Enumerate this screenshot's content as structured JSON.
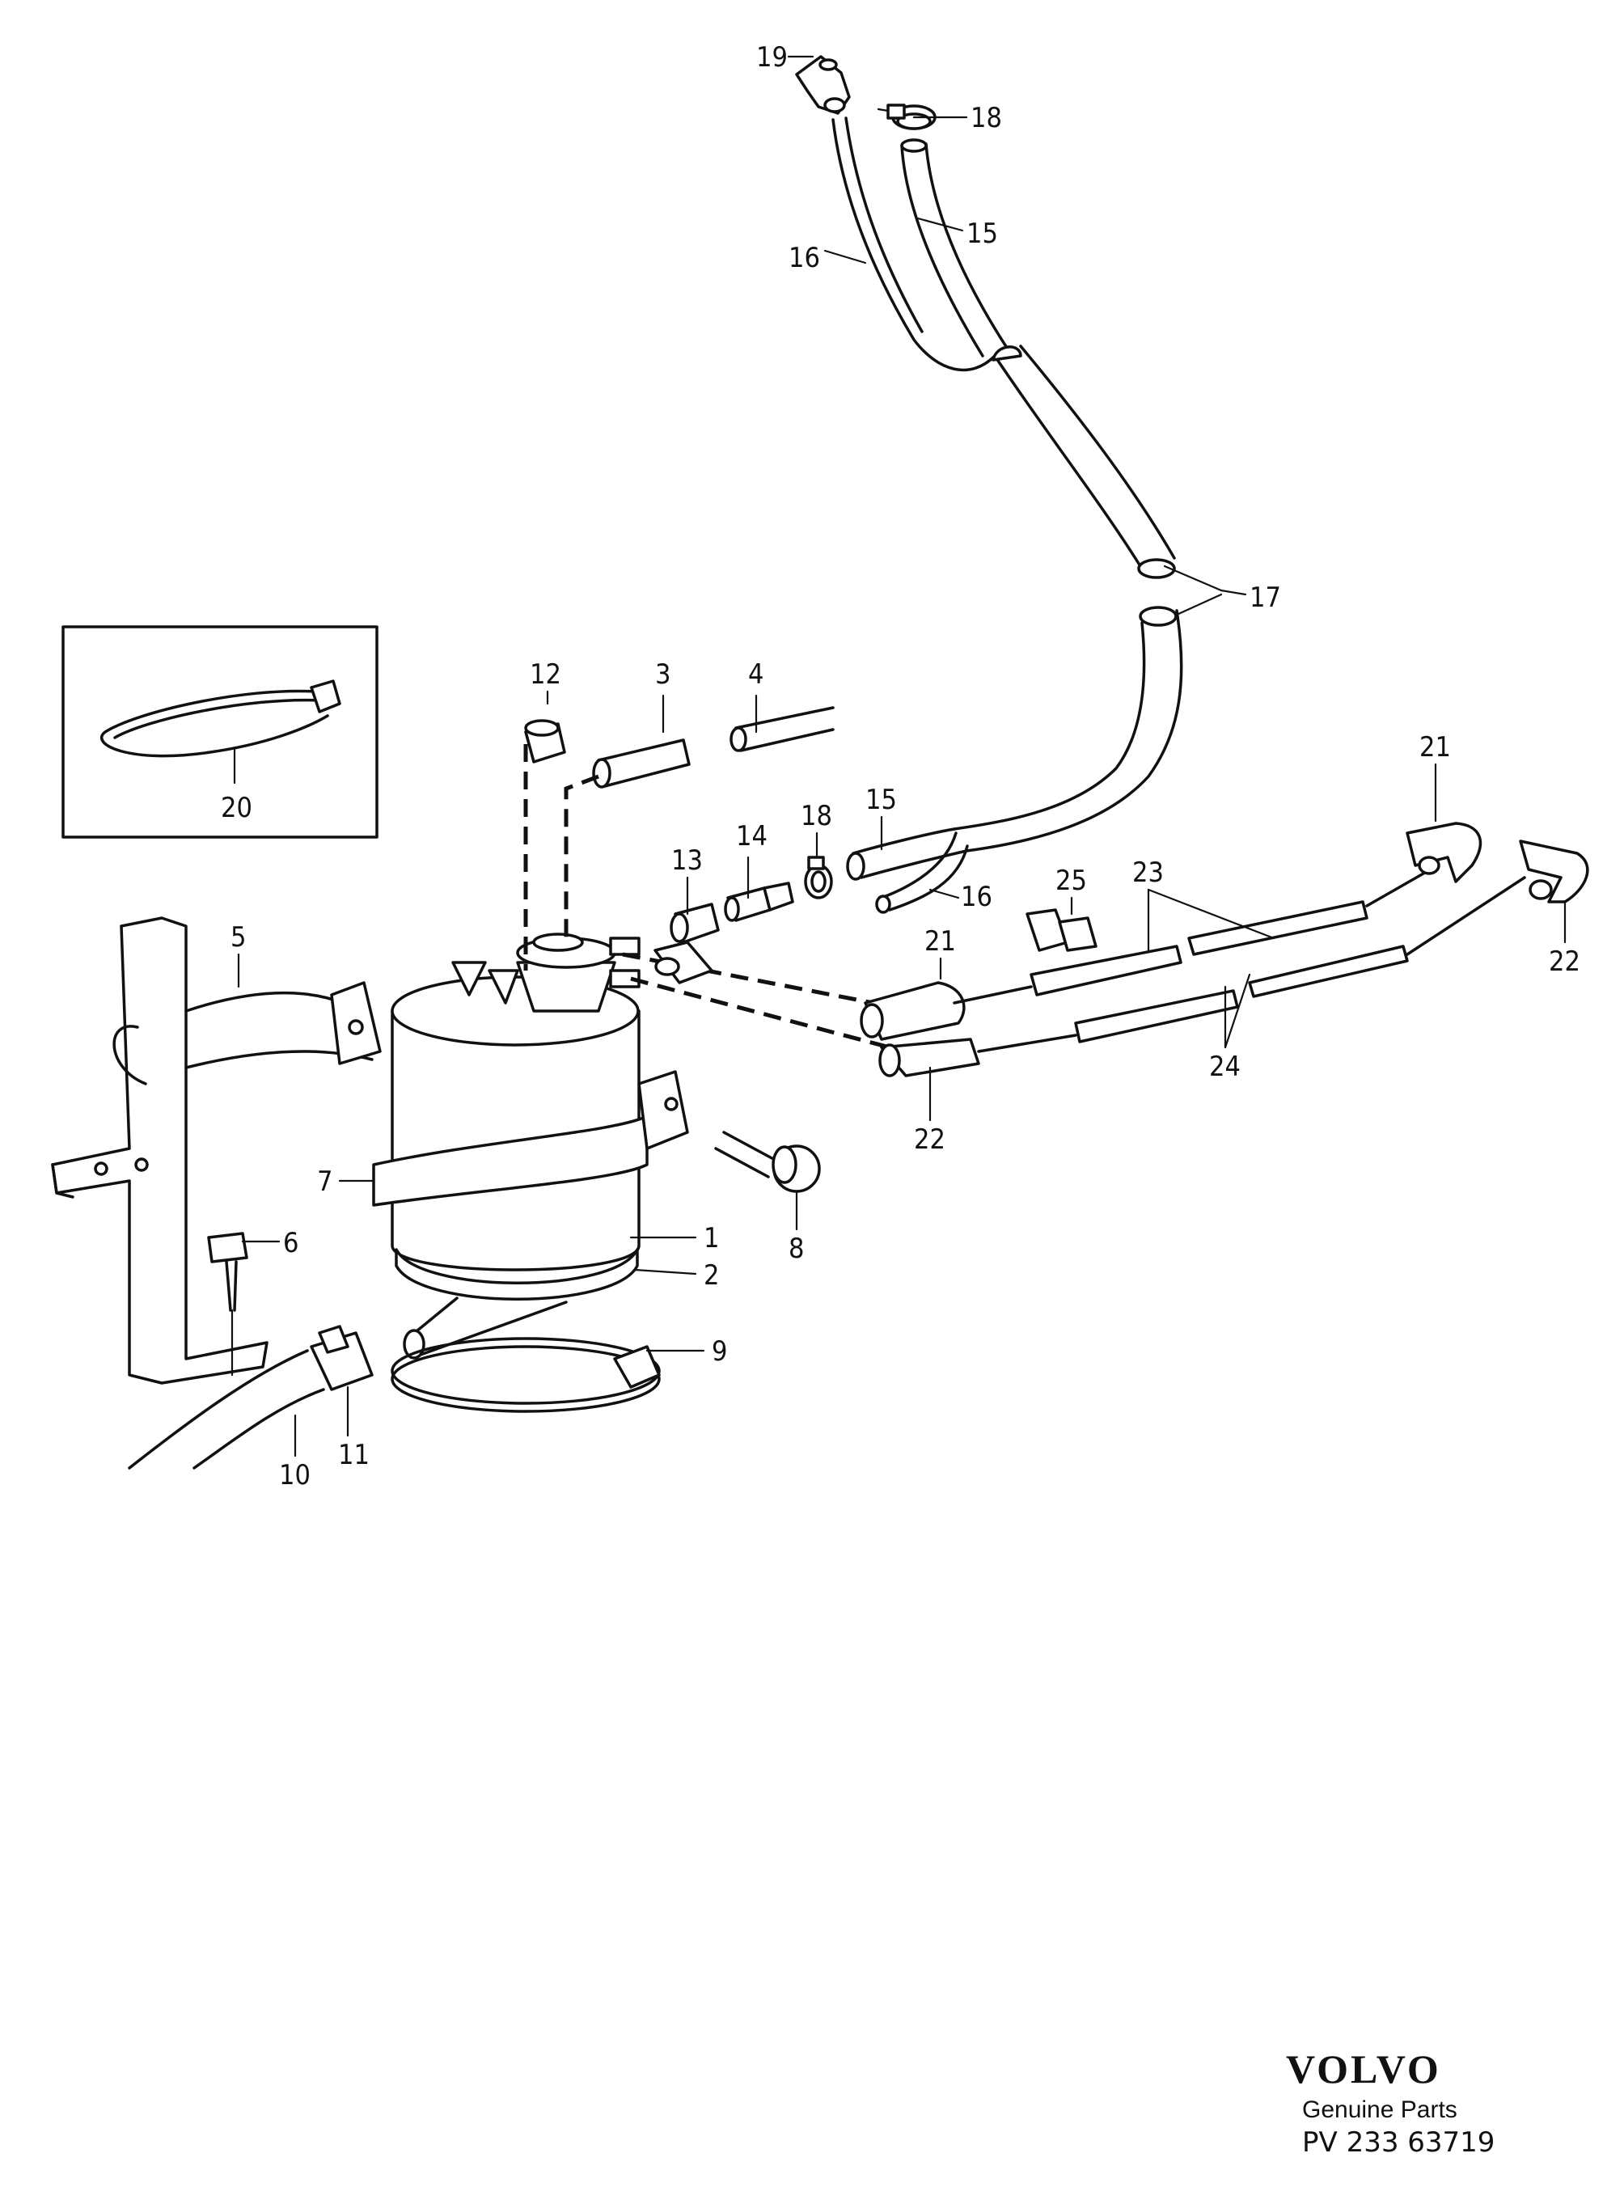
{
  "diagram": {
    "callouts": [
      {
        "id": "callout-1",
        "text": "1"
      },
      {
        "id": "callout-2",
        "text": "2"
      },
      {
        "id": "callout-3",
        "text": "3"
      },
      {
        "id": "callout-4",
        "text": "4"
      },
      {
        "id": "callout-5",
        "text": "5"
      },
      {
        "id": "callout-6",
        "text": "6"
      },
      {
        "id": "callout-7",
        "text": "7"
      },
      {
        "id": "callout-8",
        "text": "8"
      },
      {
        "id": "callout-9",
        "text": "9"
      },
      {
        "id": "callout-10",
        "text": "10"
      },
      {
        "id": "callout-11",
        "text": "11"
      },
      {
        "id": "callout-12",
        "text": "12"
      },
      {
        "id": "callout-13",
        "text": "13"
      },
      {
        "id": "callout-14",
        "text": "14"
      },
      {
        "id": "callout-15-upper",
        "text": "15"
      },
      {
        "id": "callout-15-lower",
        "text": "15"
      },
      {
        "id": "callout-16-upper",
        "text": "16"
      },
      {
        "id": "callout-16-lower",
        "text": "16"
      },
      {
        "id": "callout-17",
        "text": "17"
      },
      {
        "id": "callout-18-upper",
        "text": "18"
      },
      {
        "id": "callout-18-lower",
        "text": "18"
      },
      {
        "id": "callout-19",
        "text": "19"
      },
      {
        "id": "callout-20",
        "text": "20"
      },
      {
        "id": "callout-21-right",
        "text": "21"
      },
      {
        "id": "callout-21-left",
        "text": "21"
      },
      {
        "id": "callout-22-right",
        "text": "22"
      },
      {
        "id": "callout-22-left",
        "text": "22"
      },
      {
        "id": "callout-23",
        "text": "23"
      },
      {
        "id": "callout-24",
        "text": "24"
      },
      {
        "id": "callout-25",
        "text": "25"
      }
    ]
  },
  "branding": {
    "logo_text": "VOLVO",
    "subtitle": "Genuine Parts",
    "part_number": "PV 233 63719"
  }
}
